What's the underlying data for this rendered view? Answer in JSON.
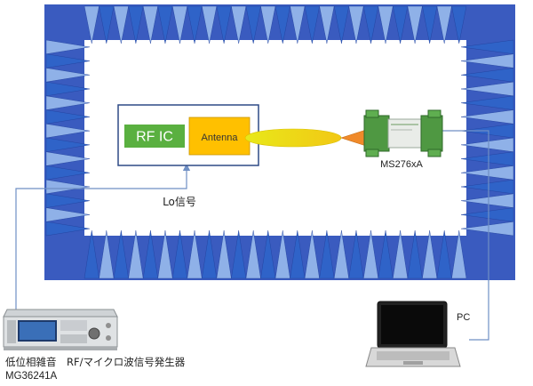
{
  "diagram": {
    "chamber": {
      "wall_color": "#3a5bbf",
      "absorber_color": "#2f63c8",
      "absorber_light": "#8fb1e8",
      "interior": "#ffffff"
    },
    "dut": {
      "rfic_label": "RF IC",
      "rfic_color": "#5ab040",
      "antenna_label": "Antenna",
      "antenna_color": "#ffc000",
      "box_border": "#2e4a86"
    },
    "beam_color": "#e8e81a",
    "analyzer": {
      "label": "MS276xA",
      "body_color": "#56a048"
    },
    "lo_label": "Lo信号",
    "pc_label": "PC",
    "generator": {
      "label_line1": "低位相雑音　RF/マイクロ波信号発生器",
      "label_line2": "MG36241A"
    },
    "cable_color": "#6f8fc4"
  }
}
